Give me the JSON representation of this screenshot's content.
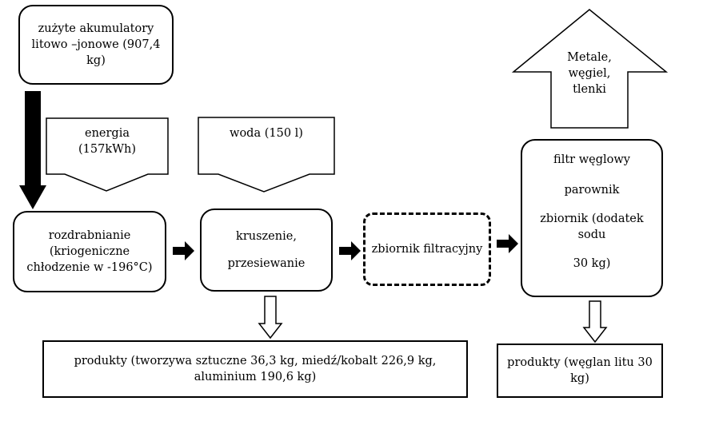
{
  "input": {
    "battery_box": [
      "zużyte akumulatory",
      "litowo –jonowe (907,4",
      "kg)"
    ],
    "energy_arrow": [
      "energia",
      "(157kWh)"
    ],
    "water_arrow": [
      "woda (150 l)"
    ]
  },
  "process": {
    "grinding": [
      "rozdrabnianie",
      "(kriogeniczne",
      "chłodzenie w -196°C)"
    ],
    "crushing": [
      "kruszenie,",
      "przesiewanie"
    ],
    "filter_tank": "zbiornik filtracyjny",
    "final_step": [
      "filtr węglowy",
      "parownik",
      "zbiornik (dodatek",
      "sodu",
      "30 kg)"
    ]
  },
  "output": {
    "metals_arrow": [
      "Metale,",
      "węgiel,",
      "tlenki"
    ],
    "products_left": [
      "produkty (tworzywa sztuczne 36,3 kg, miedź/kobalt 226,9 kg,",
      "aluminium 190,6 kg)"
    ],
    "products_right": [
      "produkty (węglan litu 30",
      "kg)"
    ]
  }
}
